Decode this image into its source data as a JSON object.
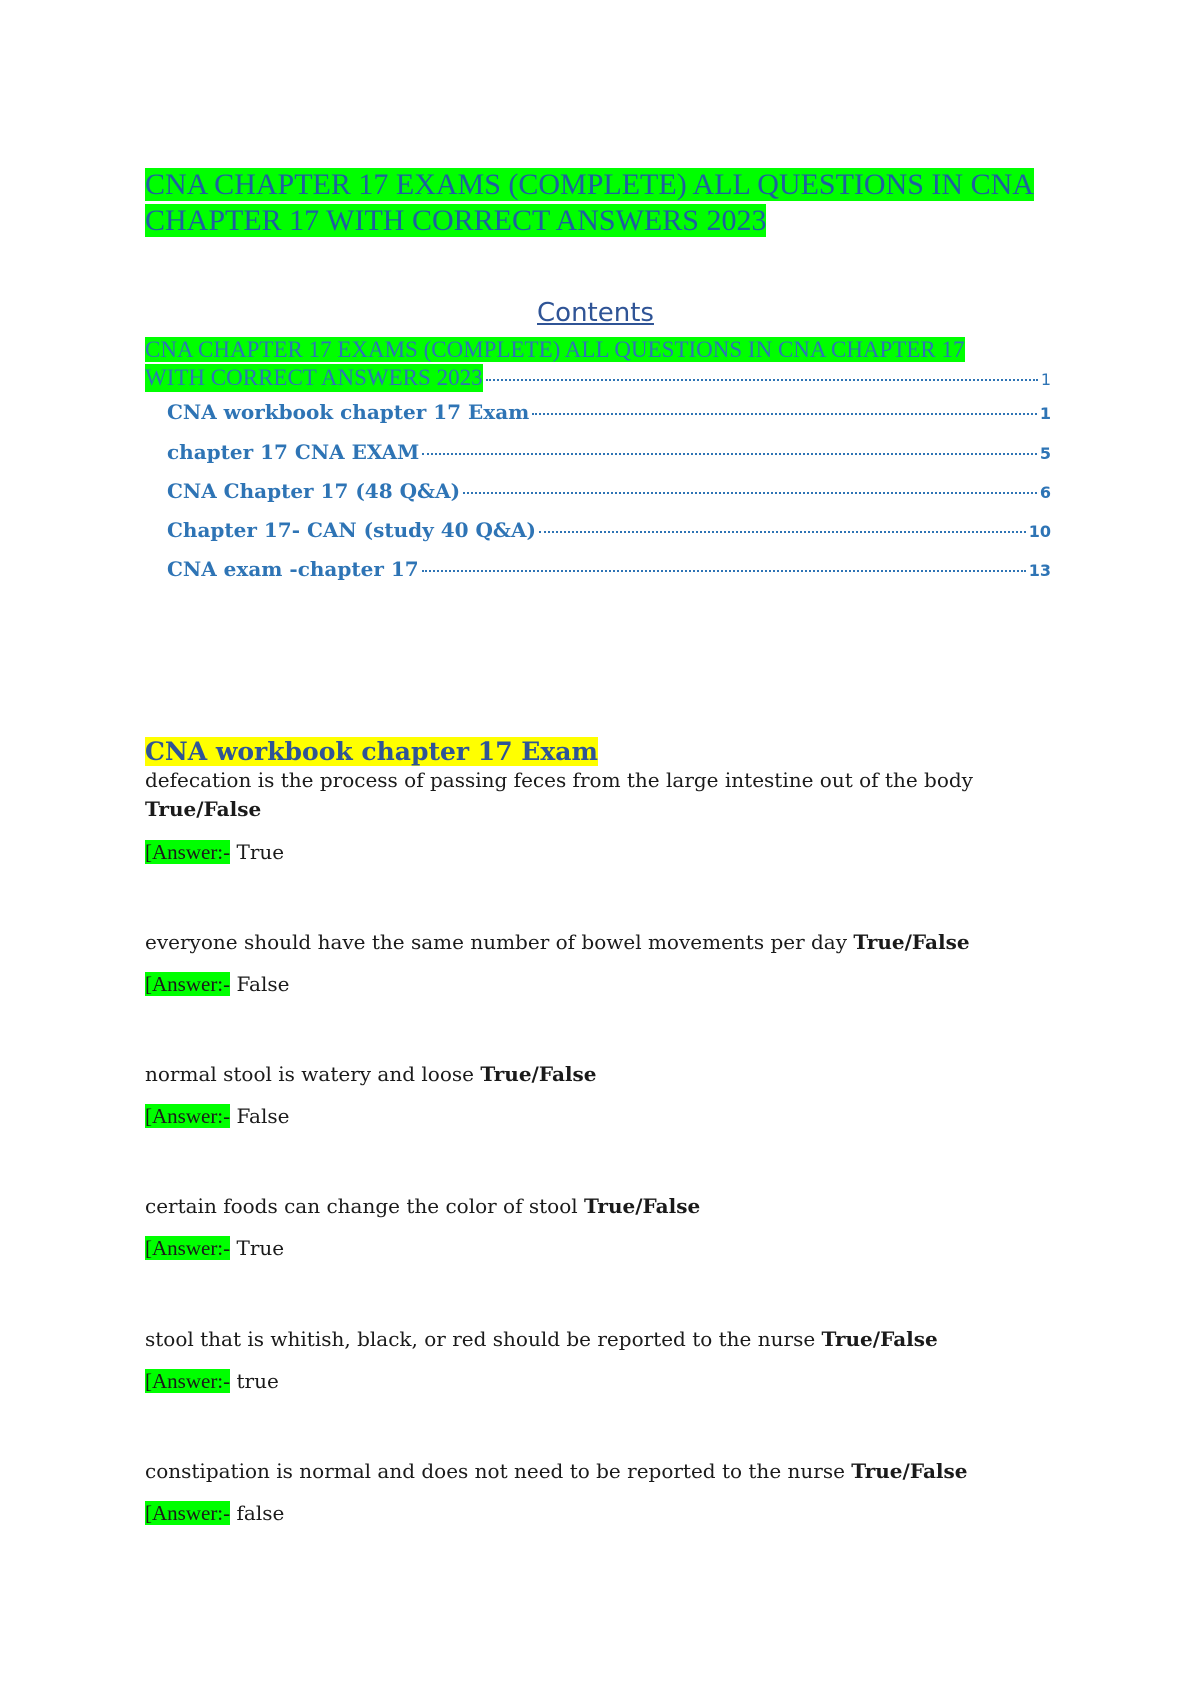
{
  "document": {
    "title": "CNA CHAPTER 17 EXAMS (COMPLETE) ALL QUESTIONS IN CNA CHAPTER 17 WITH CORRECT ANSWERS 2023"
  },
  "toc": {
    "heading": "Contents",
    "top_entry": {
      "line1": "CNA CHAPTER 17 EXAMS (COMPLETE) ALL QUESTIONS IN CNA CHAPTER 17",
      "line2": "WITH CORRECT ANSWERS 2023",
      "page": "1"
    },
    "entries": [
      {
        "label": "CNA workbook chapter 17 Exam",
        "page": "1"
      },
      {
        "label": "chapter 17 CNA EXAM",
        "page": "5"
      },
      {
        "label": "CNA Chapter 17 (48 Q&A)",
        "page": "6"
      },
      {
        "label": "Chapter 17- CAN (study 40 Q&A)",
        "page": "10"
      },
      {
        "label": "CNA exam -chapter 17",
        "page": "13"
      }
    ]
  },
  "section": {
    "heading": "CNA workbook chapter 17 Exam",
    "answer_label": "[Answer:-",
    "tf_label": "True/False",
    "questions": [
      {
        "text": "defecation is the process of passing feces from the large intestine out of the body",
        "answer": "True"
      },
      {
        "text": "everyone should have the same number of bowel movements per day",
        "answer": "False"
      },
      {
        "text": "normal stool is watery and loose",
        "answer": "False"
      },
      {
        "text": "certain foods can change the color of stool",
        "answer": "True"
      },
      {
        "text": "stool that is whitish, black, or red should be reported to the nurse",
        "answer": "true"
      },
      {
        "text": "constipation is normal and does not need to be reported to the nurse",
        "answer": "false"
      }
    ]
  }
}
